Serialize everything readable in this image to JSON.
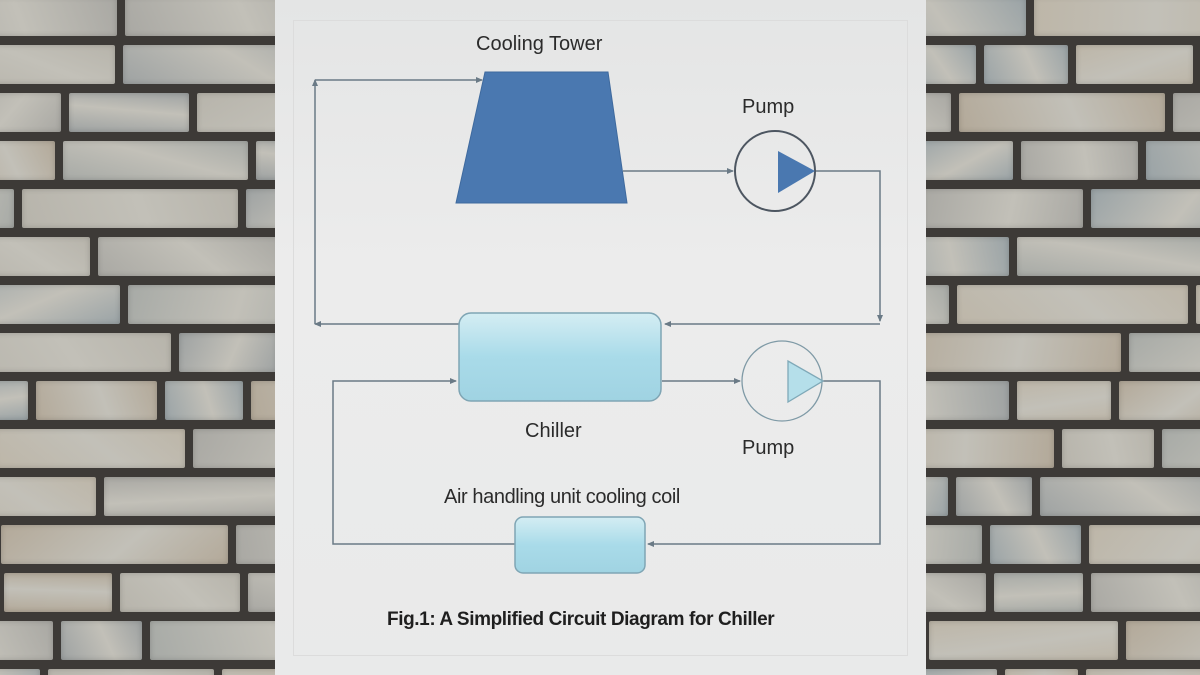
{
  "diagram": {
    "components": {
      "cooling_tower": {
        "label": "Cooling Tower",
        "fill": "#4a78b0"
      },
      "pump_top": {
        "label": "Pump",
        "fill": "#4a78b0"
      },
      "chiller": {
        "label": "Chiller",
        "fill": "#a9d8e6"
      },
      "pump_bottom": {
        "label": "Pump",
        "fill": "#b5dfea"
      },
      "ahu_coil": {
        "label": "Air handling unit cooling coil",
        "fill": "#a9d8e6"
      }
    },
    "caption": "Fig.1: A Simplified Circuit Diagram for Chiller",
    "line_color": "#6a7a86"
  },
  "background": {
    "mortar_color": "#3d3a37",
    "stone_colors": [
      "#a9a8a3",
      "#b7b4ab",
      "#9ea2a2",
      "#b3a999",
      "#a7aaa6",
      "#bdb6a8",
      "#9aa3a6"
    ]
  }
}
